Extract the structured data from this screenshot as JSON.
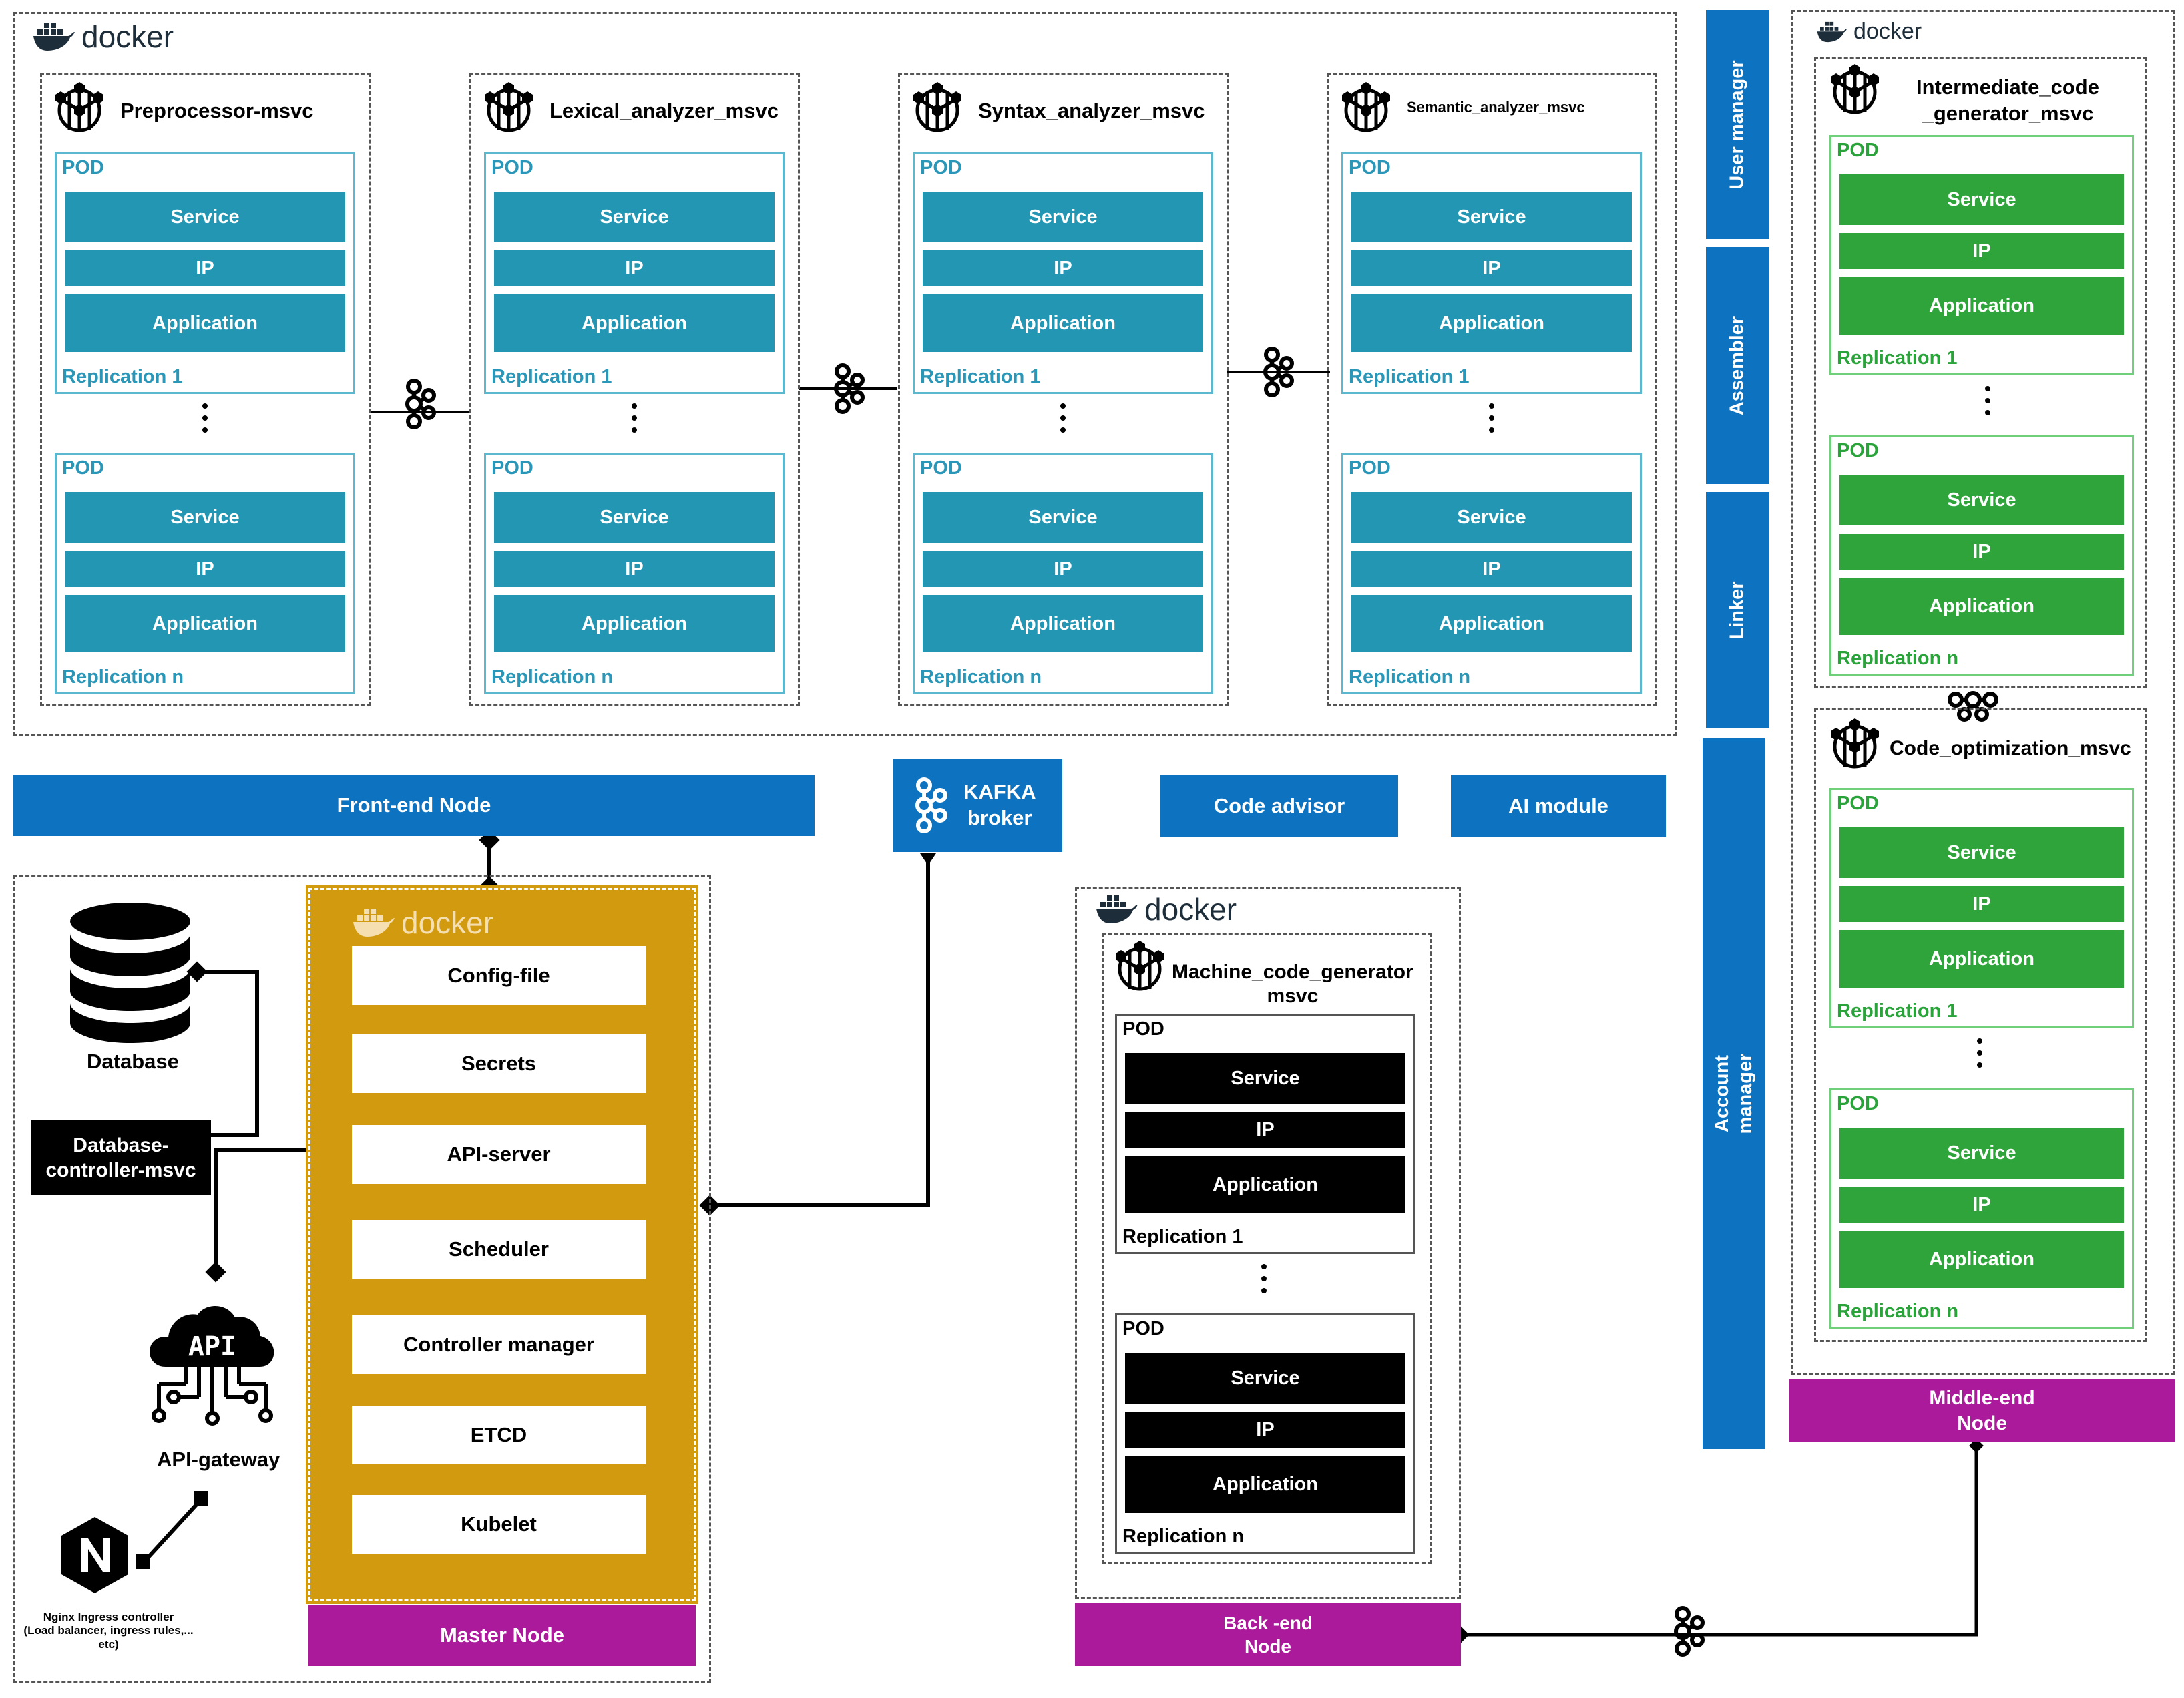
{
  "docker_label": "docker",
  "msvcs": [
    {
      "title": "Preprocessor-msvc"
    },
    {
      "title": "Lexical_analyzer_msvc"
    },
    {
      "title": "Syntax_analyzer_msvc"
    },
    {
      "title": "Semantic_analyzer_msvc"
    }
  ],
  "middle_msvcs": [
    {
      "title_line1": "Intermediate_code",
      "title_line2": "_generator_msvc"
    },
    {
      "title_line1": "Code_optimization_msvc"
    }
  ],
  "machine_msvc": {
    "title_line1": "Machine_code_generator",
    "title_line2": "msvc"
  },
  "pod": {
    "label": "POD",
    "service": "Service",
    "ip": "IP",
    "application": "Application",
    "replication_1": "Replication 1",
    "replication_n": "Replication n"
  },
  "right_bars": {
    "user_manager": "User manager",
    "assembler": "Assembler",
    "linker": "Linker",
    "account_manager": "Account manager"
  },
  "nodes": {
    "frontend": "Front-end Node",
    "kafka_line1": "KAFKA",
    "kafka_line2": "broker",
    "code_advisor": "Code advisor",
    "ai_module": "AI module",
    "master": "Master Node",
    "backend_line1": "Back -end",
    "backend_line2": "Node",
    "middle_line1": "Middle-end",
    "middle_line2": "Node"
  },
  "master_items": [
    "Config-file",
    "Secrets",
    "API-server",
    "Scheduler",
    "Controller manager",
    "ETCD",
    "Kubelet"
  ],
  "left_side": {
    "database": "Database",
    "db_controller_line1": "Database-",
    "db_controller_line2": "controller-msvc",
    "api_icon_text": "API",
    "api_gateway": "API-gateway",
    "nginx_line1": "Nginx Ingress controller",
    "nginx_line2": "(Load balancer, ingress rules,...",
    "nginx_line3": "etc)"
  },
  "colors": {
    "teal": "#2296b3",
    "green": "#2ea43a",
    "blue": "#0d72bf",
    "magenta": "#ab1a9b",
    "gold": "#d29a0e"
  }
}
